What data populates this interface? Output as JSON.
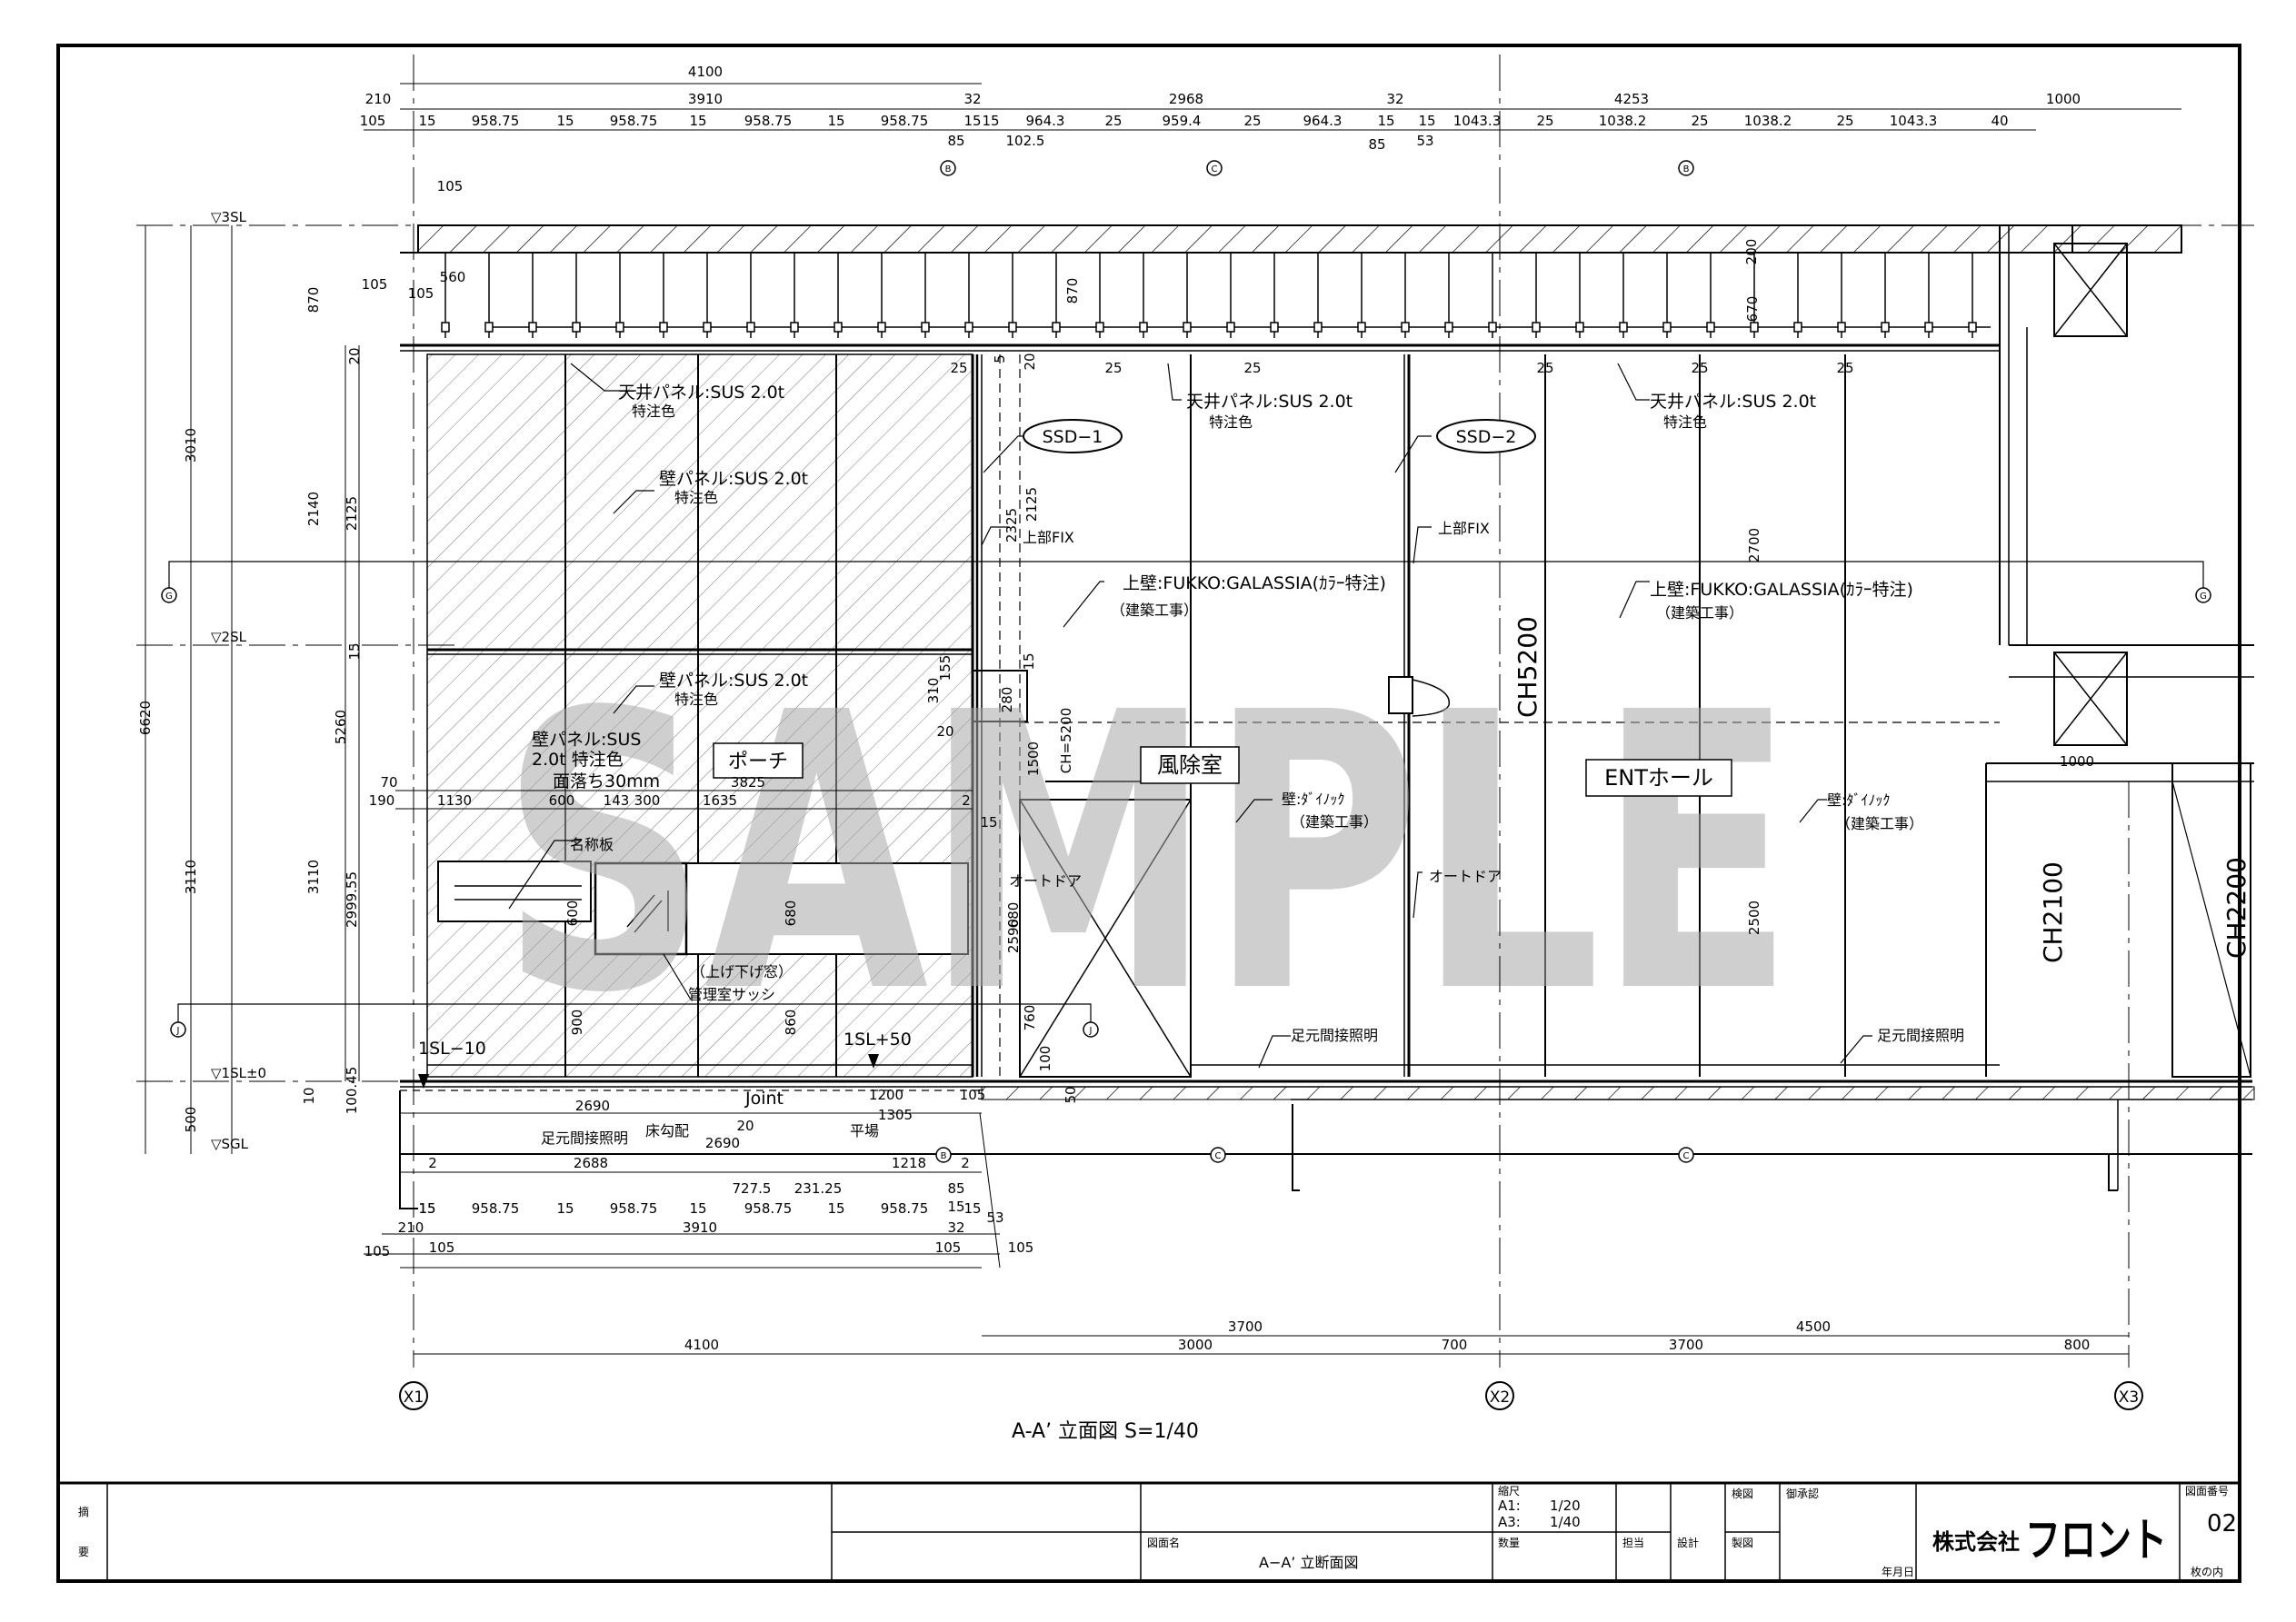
{
  "drawing": {
    "title": "A-A’ 立面図 S=1/40",
    "watermark": "SAMPLE",
    "grid": [
      {
        "id": "g1",
        "label": "X1"
      },
      {
        "id": "g2",
        "label": "X2"
      },
      {
        "id": "g3",
        "label": "X3"
      }
    ],
    "levels": [
      {
        "id": "l3",
        "label": "▽3SL"
      },
      {
        "id": "l2",
        "label": "▽2SL"
      },
      {
        "id": "l1",
        "label": "▽1SL±0"
      },
      {
        "id": "lg",
        "label": "▽SGL"
      }
    ],
    "top_dims": [
      {
        "id": "t01",
        "text": "4100"
      },
      {
        "id": "t02",
        "text": "210"
      },
      {
        "id": "t03",
        "text": "3910"
      },
      {
        "id": "t04",
        "text": "32"
      },
      {
        "id": "t05",
        "text": "2968"
      },
      {
        "id": "t06",
        "text": "32"
      },
      {
        "id": "t07",
        "text": "4253"
      },
      {
        "id": "t08",
        "text": "1000"
      },
      {
        "id": "t09",
        "text": "105"
      },
      {
        "id": "t10",
        "text": "15"
      },
      {
        "id": "t11",
        "text": "958.75"
      },
      {
        "id": "t12",
        "text": "15"
      },
      {
        "id": "t13",
        "text": "958.75"
      },
      {
        "id": "t14",
        "text": "15"
      },
      {
        "id": "t15",
        "text": "958.75"
      },
      {
        "id": "t16",
        "text": "15"
      },
      {
        "id": "t17",
        "text": "958.75"
      },
      {
        "id": "t18",
        "text": "15"
      },
      {
        "id": "t19",
        "text": "15"
      },
      {
        "id": "t20",
        "text": "964.3"
      },
      {
        "id": "t21",
        "text": "25"
      },
      {
        "id": "t22",
        "text": "959.4"
      },
      {
        "id": "t23",
        "text": "25"
      },
      {
        "id": "t24",
        "text": "964.3"
      },
      {
        "id": "t25",
        "text": "15"
      },
      {
        "id": "t26",
        "text": "15"
      },
      {
        "id": "t27",
        "text": "1043.3"
      },
      {
        "id": "t28",
        "text": "25"
      },
      {
        "id": "t29",
        "text": "1038.2"
      },
      {
        "id": "t30",
        "text": "25"
      },
      {
        "id": "t31",
        "text": "1038.2"
      },
      {
        "id": "t32",
        "text": "25"
      },
      {
        "id": "t33",
        "text": "1043.3"
      },
      {
        "id": "t34",
        "text": "40"
      },
      {
        "id": "t35",
        "text": "105"
      },
      {
        "id": "t36",
        "text": "85"
      },
      {
        "id": "t37",
        "text": "102.5"
      },
      {
        "id": "t38",
        "text": "85"
      },
      {
        "id": "t39",
        "text": "53"
      },
      {
        "id": "t40",
        "text": "560"
      },
      {
        "id": "t41",
        "text": "105"
      },
      {
        "id": "t42",
        "text": "105"
      }
    ],
    "left_dims": [
      {
        "id": "v01",
        "text": "870"
      },
      {
        "id": "v02",
        "text": "20"
      },
      {
        "id": "v03",
        "text": "3010"
      },
      {
        "id": "v04",
        "text": "2140"
      },
      {
        "id": "v05",
        "text": "2125"
      },
      {
        "id": "v06",
        "text": "15"
      },
      {
        "id": "v07",
        "text": "6620"
      },
      {
        "id": "v08",
        "text": "5260"
      },
      {
        "id": "v09",
        "text": "3110"
      },
      {
        "id": "v10",
        "text": "3110"
      },
      {
        "id": "v11",
        "text": "2999.55"
      },
      {
        "id": "v12",
        "text": "500"
      },
      {
        "id": "v13",
        "text": "10"
      },
      {
        "id": "v14",
        "text": "100.45"
      },
      {
        "id": "v15",
        "text": "900"
      },
      {
        "id": "v16",
        "text": "860"
      },
      {
        "id": "v17",
        "text": "680"
      },
      {
        "id": "v18",
        "text": "600"
      }
    ],
    "inner_dims": [
      {
        "id": "i01",
        "text": "870"
      },
      {
        "id": "i02",
        "text": "20"
      },
      {
        "id": "i03",
        "text": "5"
      },
      {
        "id": "i04",
        "text": "2125"
      },
      {
        "id": "i05",
        "text": "2325"
      },
      {
        "id": "i06",
        "text": "155"
      },
      {
        "id": "i07",
        "text": "310"
      },
      {
        "id": "i08",
        "text": "15"
      },
      {
        "id": "i09",
        "text": "280"
      },
      {
        "id": "i10",
        "text": "20"
      },
      {
        "id": "i11",
        "text": "1500"
      },
      {
        "id": "i12",
        "text": "CH=5200"
      },
      {
        "id": "i13",
        "text": "15"
      },
      {
        "id": "i14",
        "text": "2590"
      },
      {
        "id": "i15",
        "text": "680"
      },
      {
        "id": "i16",
        "text": "760"
      },
      {
        "id": "i17",
        "text": "100"
      },
      {
        "id": "i18",
        "text": "50"
      },
      {
        "id": "i19",
        "text": "200"
      },
      {
        "id": "i20",
        "text": "670"
      },
      {
        "id": "i21",
        "text": "2700"
      },
      {
        "id": "i22",
        "text": "2500"
      },
      {
        "id": "i23",
        "text": "25"
      },
      {
        "id": "i24",
        "text": "25"
      },
      {
        "id": "i25",
        "text": "25"
      },
      {
        "id": "i26",
        "text": "25"
      },
      {
        "id": "i27",
        "text": "25"
      },
      {
        "id": "i28",
        "text": "25"
      },
      {
        "id": "i29",
        "text": "1000"
      }
    ],
    "porch_dims": [
      {
        "id": "p01",
        "text": "70"
      },
      {
        "id": "p02",
        "text": "3825"
      },
      {
        "id": "p03",
        "text": "190"
      },
      {
        "id": "p04",
        "text": "1130"
      },
      {
        "id": "p05",
        "text": "600"
      },
      {
        "id": "p06",
        "text": "143"
      },
      {
        "id": "p07",
        "text": "300"
      },
      {
        "id": "p08",
        "text": "1635"
      },
      {
        "id": "p09",
        "text": "2"
      }
    ],
    "bottom_dims": [
      {
        "id": "b01",
        "text": "2690"
      },
      {
        "id": "b02",
        "text": "1200"
      },
      {
        "id": "b03",
        "text": "105"
      },
      {
        "id": "b04",
        "text": "1305"
      },
      {
        "id": "b05",
        "text": "20"
      },
      {
        "id": "b06",
        "text": "2690"
      },
      {
        "id": "b07",
        "text": "2"
      },
      {
        "id": "b08",
        "text": "2688"
      },
      {
        "id": "b09",
        "text": "1218"
      },
      {
        "id": "b10",
        "text": "2"
      },
      {
        "id": "b11",
        "text": "727.5"
      },
      {
        "id": "b12",
        "text": "231.25"
      },
      {
        "id": "b13",
        "text": "85"
      },
      {
        "id": "b14",
        "text": "15"
      },
      {
        "id": "b15",
        "text": "15"
      },
      {
        "id": "b16",
        "text": "53"
      },
      {
        "id": "b17",
        "text": "15"
      },
      {
        "id": "b18",
        "text": "958.75"
      },
      {
        "id": "b19",
        "text": "15"
      },
      {
        "id": "b20",
        "text": "958.75"
      },
      {
        "id": "b21",
        "text": "15"
      },
      {
        "id": "b22",
        "text": "958.75"
      },
      {
        "id": "b23",
        "text": "15"
      },
      {
        "id": "b24",
        "text": "958.75"
      },
      {
        "id": "b25",
        "text": "15"
      },
      {
        "id": "b26",
        "text": "210"
      },
      {
        "id": "b27",
        "text": "3910"
      },
      {
        "id": "b28",
        "text": "32"
      },
      {
        "id": "b29",
        "text": "105"
      },
      {
        "id": "b30",
        "text": "105"
      },
      {
        "id": "b31",
        "text": "105"
      },
      {
        "id": "b32",
        "text": "105"
      },
      {
        "id": "b33",
        "text": "3700"
      },
      {
        "id": "b34",
        "text": "4500"
      },
      {
        "id": "b35",
        "text": "4100"
      },
      {
        "id": "b36",
        "text": "3000"
      },
      {
        "id": "b37",
        "text": "700"
      },
      {
        "id": "b38",
        "text": "3700"
      },
      {
        "id": "b39",
        "text": "800"
      }
    ],
    "labels": [
      {
        "id": "a01",
        "text": "天井パネル:SUS  2.0t"
      },
      {
        "id": "a02",
        "text": "特注色"
      },
      {
        "id": "a03",
        "text": "壁パネル:SUS  2.0t"
      },
      {
        "id": "a04",
        "text": "特注色"
      },
      {
        "id": "a05",
        "text": "壁パネル:SUS  2.0t"
      },
      {
        "id": "a06",
        "text": "特注色"
      },
      {
        "id": "a07",
        "text": "壁パネル:SUS"
      },
      {
        "id": "a08",
        "text": "2.0t  特注色"
      },
      {
        "id": "a09",
        "text": "面落ち30mm"
      },
      {
        "id": "a10",
        "text": "名称板"
      },
      {
        "id": "a11",
        "text": "（上げ下げ窓）"
      },
      {
        "id": "a12",
        "text": "管理室サッシ"
      },
      {
        "id": "a13",
        "text": "1SL−10"
      },
      {
        "id": "a14",
        "text": "1SL+50"
      },
      {
        "id": "a15",
        "text": "Joint"
      },
      {
        "id": "a16",
        "text": "足元間接照明"
      },
      {
        "id": "a17",
        "text": "床勾配"
      },
      {
        "id": "a18",
        "text": "平場"
      },
      {
        "id": "a19",
        "text": "天井パネル:SUS  2.0t"
      },
      {
        "id": "a20",
        "text": "特注色"
      },
      {
        "id": "a21",
        "text": "上部FIX"
      },
      {
        "id": "a22",
        "text": "上壁:FUKKO:GALASSIA(ｶﾗｰ特注)"
      },
      {
        "id": "a23",
        "text": "（建築工事）"
      },
      {
        "id": "a24",
        "text": "オートドア"
      },
      {
        "id": "a25",
        "text": "壁:ﾀﾞｲﾉｯｸ"
      },
      {
        "id": "a26",
        "text": "（建築工事）"
      },
      {
        "id": "a27",
        "text": "足元間接照明"
      },
      {
        "id": "a28",
        "text": "上部FIX"
      },
      {
        "id": "a29",
        "text": "オートドア"
      },
      {
        "id": "a30",
        "text": "天井パネル:SUS  2.0t"
      },
      {
        "id": "a31",
        "text": "特注色"
      },
      {
        "id": "a32",
        "text": "上壁:FUKKO:GALASSIA(ｶﾗｰ特注)"
      },
      {
        "id": "a33",
        "text": "（建築工事）"
      },
      {
        "id": "a34",
        "text": "壁:ﾀﾞｲﾉｯｸ"
      },
      {
        "id": "a35",
        "text": "（建築工事）"
      },
      {
        "id": "a36",
        "text": "足元間接照明"
      }
    ],
    "rooms": [
      {
        "id": "r1",
        "text": "ポーチ"
      },
      {
        "id": "r2",
        "text": "風除室"
      },
      {
        "id": "r3",
        "text": "ENTホール"
      }
    ],
    "ch_labels": [
      {
        "id": "c1",
        "text": "CH5200"
      },
      {
        "id": "c2",
        "text": "CH2100"
      },
      {
        "id": "c3",
        "text": "CH2200"
      }
    ],
    "tags": [
      {
        "id": "s1",
        "text": "SSD−1"
      },
      {
        "id": "s2",
        "text": "SSD−2"
      }
    ],
    "bubbles": [
      {
        "id": "e1",
        "text": "B"
      },
      {
        "id": "e2",
        "text": "C"
      },
      {
        "id": "e3",
        "text": "B"
      },
      {
        "id": "e4",
        "text": "G"
      },
      {
        "id": "e5",
        "text": "G"
      },
      {
        "id": "e6",
        "text": "J"
      },
      {
        "id": "e7",
        "text": "J"
      },
      {
        "id": "e8",
        "text": "B"
      },
      {
        "id": "e9",
        "text": "C"
      },
      {
        "id": "e10",
        "text": "C"
      }
    ]
  },
  "title_block": {
    "remarks_1": "摘",
    "remarks_2": "要",
    "scale_label": "縮尺",
    "scale_a1": "A1:",
    "scale_a1_val": "1/20",
    "scale_a3": "A3:",
    "scale_a3_val": "1/40",
    "quantity_label": "数量",
    "drawing_name_label": "図面名",
    "drawing_name": "A−A’  立断面図",
    "inspect_label": "検図",
    "approval_label": "御承認",
    "draw_label": "製図",
    "charge_label": "担当",
    "design_label": "設計",
    "date_label": "年月日",
    "company_prefix": "株式会社",
    "company_name": "フロント",
    "sheet_no_label": "図面番号",
    "sheet_no": "02",
    "sheets_label": "枚の内"
  }
}
